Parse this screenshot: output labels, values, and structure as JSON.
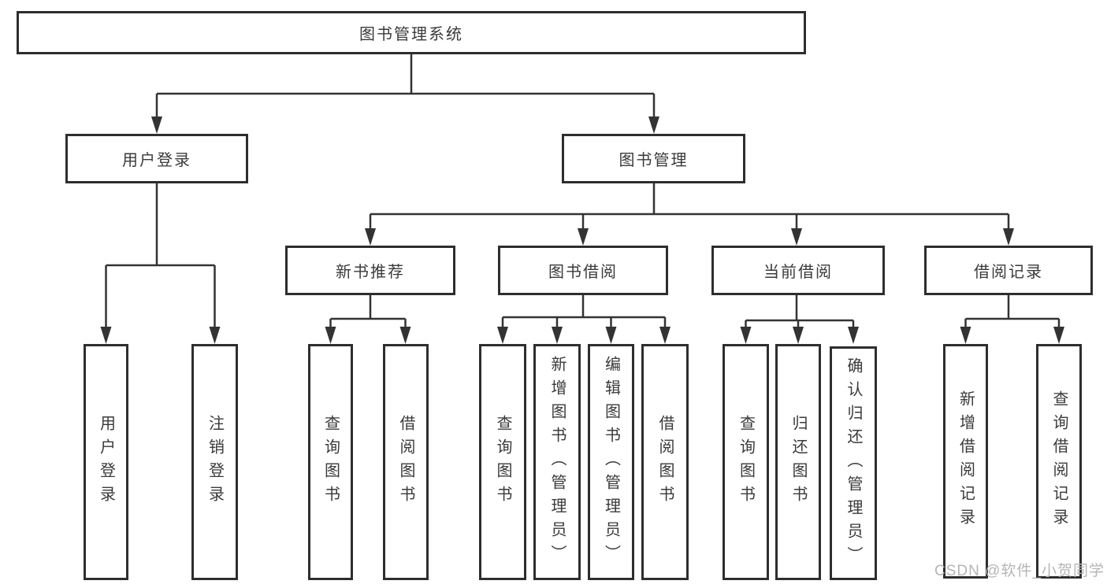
{
  "diagram": {
    "title": "图书管理系统",
    "tree": {
      "root": {
        "label": "图书管理系统"
      },
      "branches": [
        {
          "label": "用户登录",
          "children": [
            {
              "label": "用户登录"
            },
            {
              "label": "注销登录"
            }
          ]
        },
        {
          "label": "图书管理",
          "children": [
            {
              "label": "新书推荐",
              "children": [
                {
                  "label": "查询图书"
                },
                {
                  "label": "借阅图书"
                }
              ]
            },
            {
              "label": "图书借阅",
              "children": [
                {
                  "label": "查询图书"
                },
                {
                  "label": "新增图书（管理员）"
                },
                {
                  "label": "编辑图书（管理员）"
                },
                {
                  "label": "借阅图书"
                }
              ]
            },
            {
              "label": "当前借阅",
              "children": [
                {
                  "label": "查询图书"
                },
                {
                  "label": "归还图书"
                },
                {
                  "label": "确认归还（管理员）"
                }
              ]
            },
            {
              "label": "借阅记录",
              "children": [
                {
                  "label": "新增借阅记录"
                },
                {
                  "label": "查询借阅记录"
                }
              ]
            }
          ]
        }
      ]
    },
    "colors": {
      "line": "#333333",
      "box_border": "#2e2e2e",
      "text": "#3a3a3a",
      "background": "#ffffff",
      "watermark": "#b5b5b5"
    }
  },
  "watermark": {
    "text": "CSDN @软件_小贺同学"
  }
}
